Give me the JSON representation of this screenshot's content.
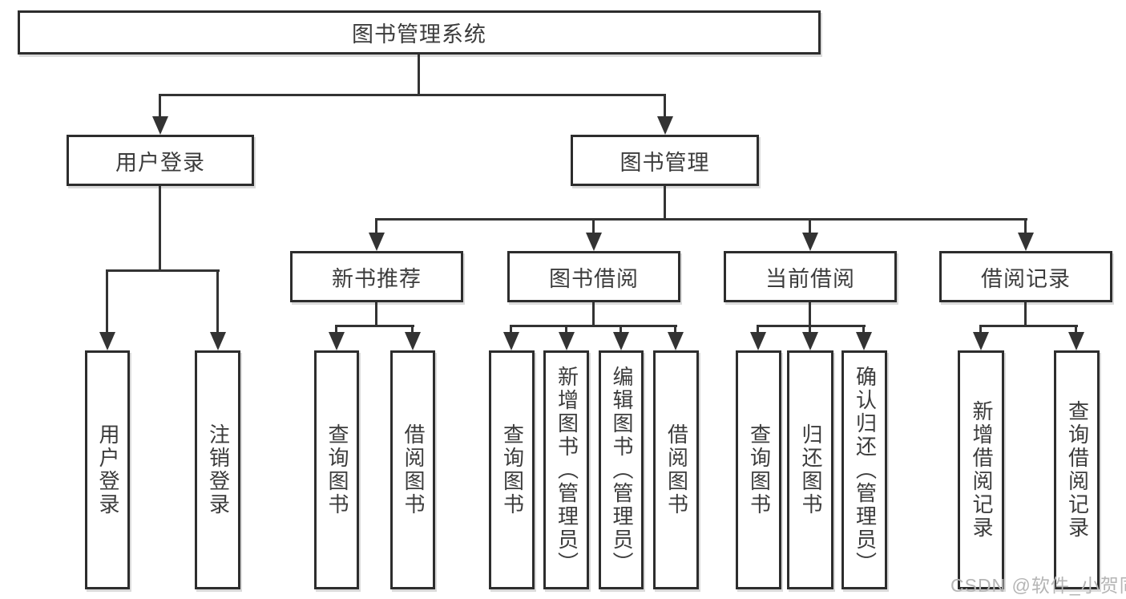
{
  "diagram": {
    "title": "图书管理系统",
    "branches": [
      {
        "label": "用户登录",
        "children": [
          "用户登录",
          "注销登录"
        ]
      },
      {
        "label": "图书管理",
        "groups": [
          {
            "label": "新书推荐",
            "children": [
              "查询图书",
              "借阅图书"
            ]
          },
          {
            "label": "图书借阅",
            "children": [
              "查询图书",
              "新增图书（管理员）",
              "编辑图书（管理员）",
              "借阅图书"
            ]
          },
          {
            "label": "当前借阅",
            "children": [
              "查询图书",
              "归还图书",
              "确认归还（管理员）"
            ]
          },
          {
            "label": "借阅记录",
            "children": [
              "新增借阅记录",
              "查询借阅记录"
            ]
          }
        ]
      }
    ]
  },
  "watermark": {
    "text": "CSDN @软件_小贺同学"
  },
  "colors": {
    "line": "#333333",
    "border": "#2d2d2d",
    "text": "#3c3c3c",
    "watermark": "#b5b5b5",
    "background": "#ffffff"
  }
}
